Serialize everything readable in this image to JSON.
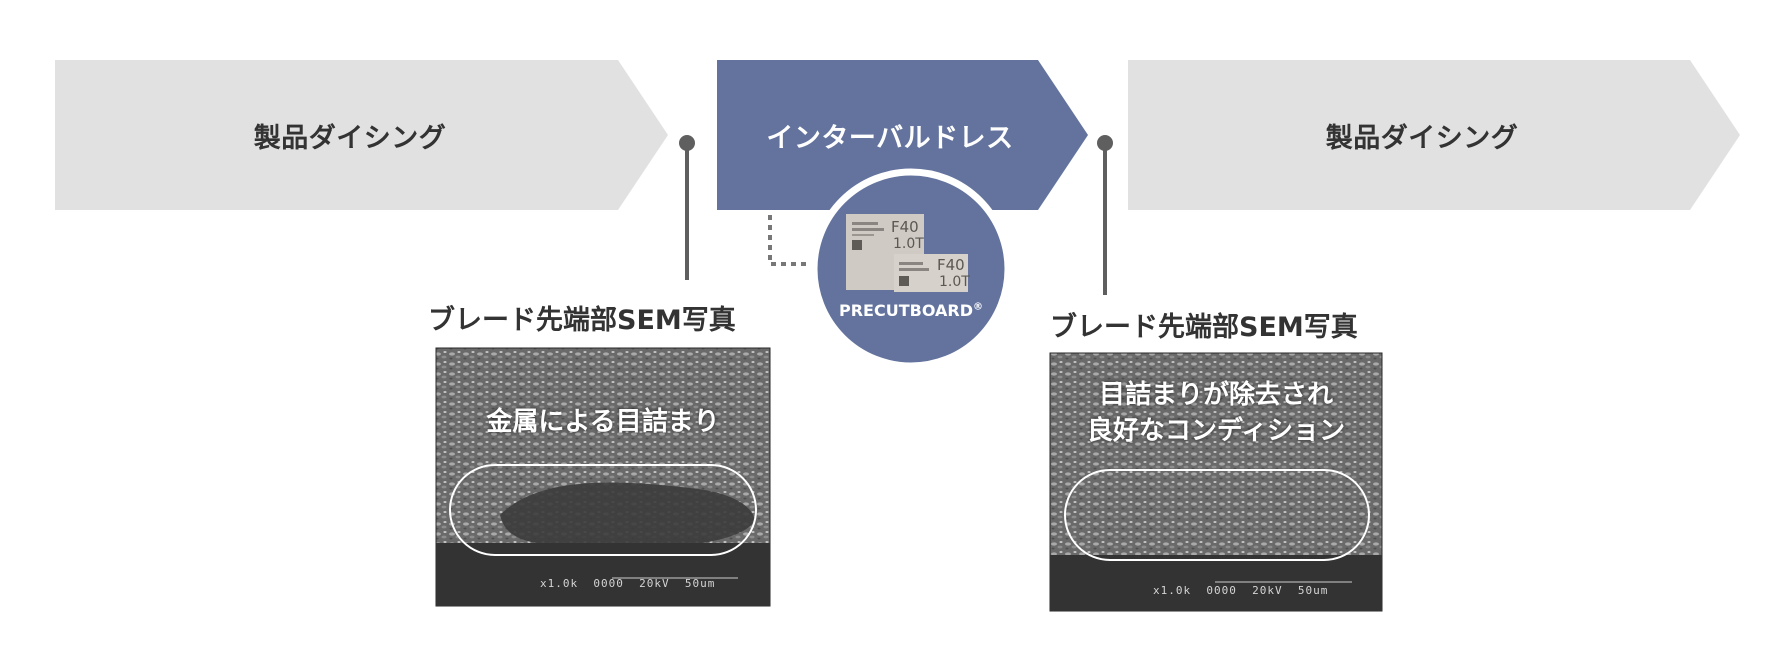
{
  "steps": [
    {
      "label": "製品ダイシング",
      "color": "#e1e1e1",
      "text_color": "#333333"
    },
    {
      "label": "インターバルドレス",
      "color": "#63739e",
      "text_color": "#ffffff"
    },
    {
      "label": "製品ダイシング",
      "color": "#e1e1e1",
      "text_color": "#333333"
    }
  ],
  "product": {
    "name": "PRECUTBOARD",
    "reg": "®",
    "card_back": {
      "code": "F40",
      "size": "1.0T"
    },
    "card_front": {
      "code": "F40",
      "size": "1.0T"
    },
    "circle_color": "#63739e"
  },
  "sem": [
    {
      "title": "ブレード先端部SEM写真",
      "caption": [
        "金属による目詰まり"
      ],
      "scale_text": "x1.0k  0000  20kV  50um"
    },
    {
      "title": "ブレード先端部SEM写真",
      "caption": [
        "目詰まりが除去され",
        "良好なコンディション"
      ],
      "scale_text": "x1.0k  0000  20kV  50um"
    }
  ],
  "connector_color": "#5f5f5f"
}
